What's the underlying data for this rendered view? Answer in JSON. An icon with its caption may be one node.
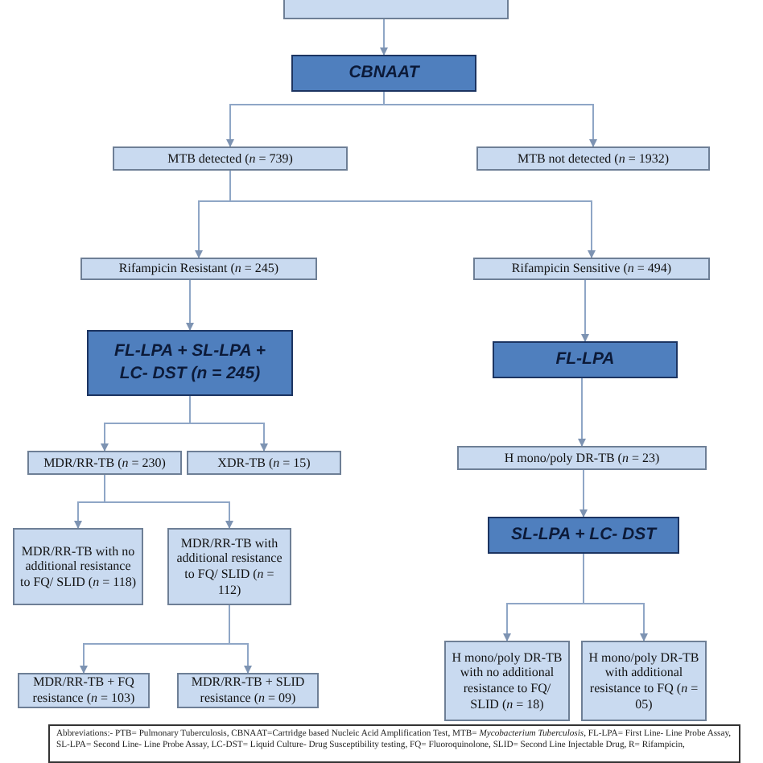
{
  "diagram": {
    "nodes": [
      {
        "text": [],
        "shape": "box"
      },
      {
        "text": [
          "CBNAAT"
        ]
      },
      {
        "text": [
          "MTB detected (*n* = 739)"
        ]
      },
      {
        "text": [
          "MTB not detected (*n* = 1932)"
        ]
      },
      {
        "text": [
          "Rifampicin Resistant (*n* = 245)"
        ]
      },
      {
        "text": [
          "Rifampicin Sensitive (*n* = 494)"
        ]
      },
      {
        "text": [
          "FL-LPA + SL-LPA + LC- DST (n = 245)"
        ]
      },
      {
        "text": [
          "FL-LPA"
        ]
      },
      {
        "text": [
          "MDR/RR-TB (*n* = 230)"
        ]
      },
      {
        "text": [
          "XDR-TB (*n* = 15)"
        ]
      },
      {
        "text": [
          "H mono/poly DR-TB (*n* = 23)"
        ]
      },
      {
        "text": [
          "MDR/RR-TB with no additional resistance to FQ/ SLID (*n* = 118)"
        ]
      },
      {
        "text": [
          "MDR/RR-TB with additional resistance to FQ/ SLID (*n* = 112)"
        ]
      },
      {
        "text": [
          "SL-LPA + LC- DST"
        ]
      },
      {
        "text": [
          "MDR/RR-TB + FQ resistance (*n* = 103)"
        ]
      },
      {
        "text": [
          "MDR/RR-TB + SLID resistance (*n* = 09)"
        ]
      },
      {
        "text": [
          "H mono/poly DR-TB with no additional resistance to FQ/ SLID (*n* = 18)"
        ]
      },
      {
        "text": [
          "H mono/poly DR-TB with additional resistance to FQ (*n* = 05)"
        ]
      },
      {
        "text": [
          "Abbreviations:- PTB= Pulmonary Tuberculosis, CBNAAT=Cartridge based Nucleic Acid Amplification Test, MTB= *Mycobacterium Tuberculosis*, FL-LPA= First Line- Line Probe Assay, SL-LPA= Second Line- Line Probe Assay, LC-DST= Liquid Culture- Drug Susceptibility testing, FQ= Fluoroquinolone, SLID= Second Line Injectable Drug, R= Rifampicin,"
        ]
      }
    ],
    "edges": [
      {
        "from": 0,
        "to": 1,
        "arrow": "to"
      },
      {
        "from": 1,
        "to": 2,
        "arrow": "to"
      },
      {
        "from": 1,
        "to": 3,
        "arrow": "to"
      },
      {
        "from": 2,
        "to": 4,
        "arrow": "to"
      },
      {
        "from": 2,
        "to": 5,
        "arrow": "to"
      },
      {
        "from": 4,
        "to": 6,
        "arrow": "to"
      },
      {
        "from": 5,
        "to": 7,
        "arrow": "to"
      },
      {
        "from": 6,
        "to": 8,
        "arrow": "to"
      },
      {
        "from": 6,
        "to": 9,
        "arrow": "to"
      },
      {
        "from": 8,
        "to": 11,
        "arrow": "to"
      },
      {
        "from": 8,
        "to": 12,
        "arrow": "to"
      },
      {
        "from": 7,
        "to": 10,
        "arrow": "to"
      },
      {
        "from": 10,
        "to": 13,
        "arrow": "to"
      },
      {
        "from": 12,
        "to": 14,
        "arrow": "to"
      },
      {
        "from": 12,
        "to": 15,
        "arrow": "to"
      },
      {
        "from": 13,
        "to": 16,
        "arrow": "to"
      },
      {
        "from": 13,
        "to": 17,
        "arrow": "to"
      }
    ]
  }
}
